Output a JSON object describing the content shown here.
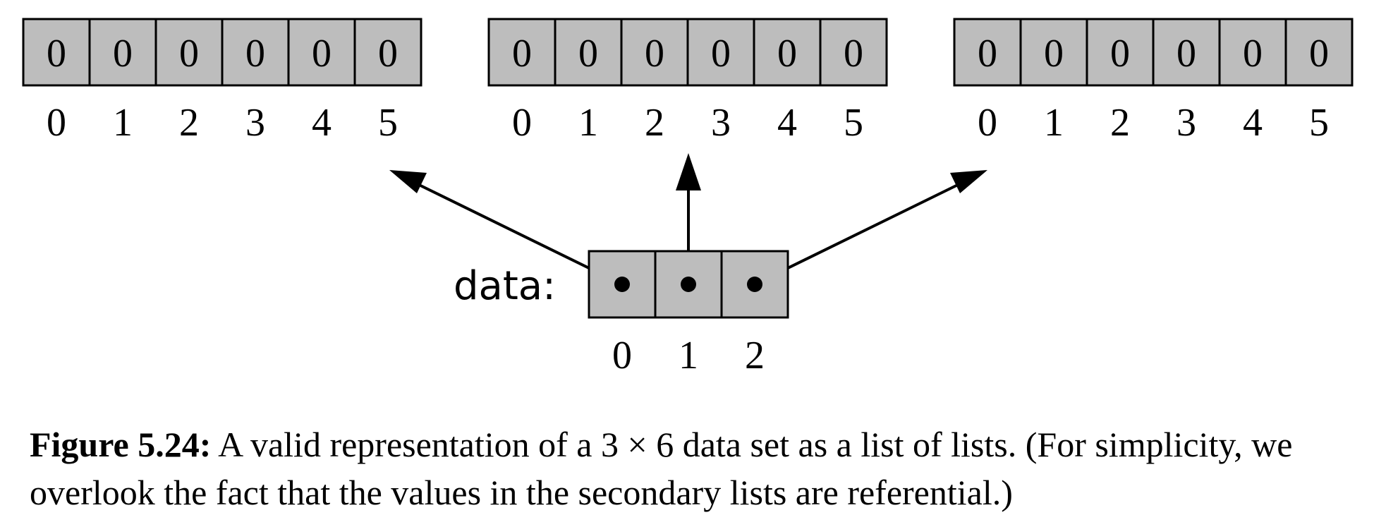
{
  "diagram": {
    "secondary_lists": [
      {
        "values": [
          "0",
          "0",
          "0",
          "0",
          "0",
          "0"
        ],
        "indices": [
          "0",
          "1",
          "2",
          "3",
          "4",
          "5"
        ]
      },
      {
        "values": [
          "0",
          "0",
          "0",
          "0",
          "0",
          "0"
        ],
        "indices": [
          "0",
          "1",
          "2",
          "3",
          "4",
          "5"
        ]
      },
      {
        "values": [
          "0",
          "0",
          "0",
          "0",
          "0",
          "0"
        ],
        "indices": [
          "0",
          "1",
          "2",
          "3",
          "4",
          "5"
        ]
      }
    ],
    "primary_list": {
      "label": "data:",
      "indices": [
        "0",
        "1",
        "2"
      ]
    }
  },
  "caption": {
    "label": "Figure 5.24:",
    "text": "A valid representation of a 3 × 6 data set as a list of lists. (For simplicity, we overlook the fact that the values in the secondary lists are referential.)"
  }
}
